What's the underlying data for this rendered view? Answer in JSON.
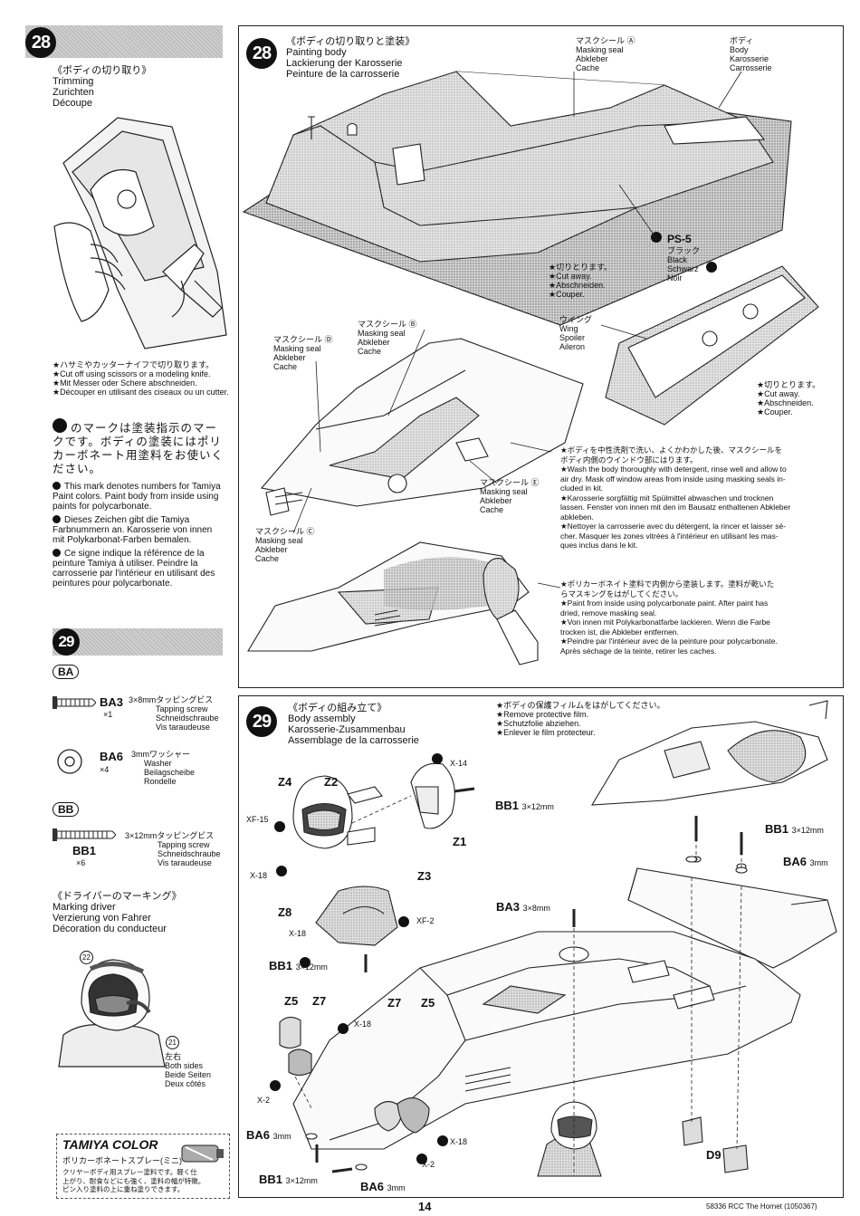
{
  "left": {
    "step28": {
      "num": "28",
      "title_ja": "《ボディの切り取り》",
      "titles": [
        "Trimming",
        "Zurichten",
        "Découpe"
      ],
      "notes": [
        "★ハサミやカッターナイフで切り取ります。",
        "★Cut off using scissors or a modeling knife.",
        "★Mit Messer oder Schere abschneiden.",
        "★Découper en utilisant des ciseaux ou un cutter."
      ],
      "paint_ja": "のマークは塗装指示のマークです。ボディの塗装にはポリカーボネート用塗料をお使いください。",
      "paint_en": "This mark denotes numbers for Tamiya Paint colors. Paint body from inside using paints for polycarbonate.",
      "paint_de": "Dieses Zeichen gibt die Tamiya Farbnummern an. Karosserie von innen mit Polykarbonat-Farben bemalen.",
      "paint_fr": "Ce signe indique la référence de la peinture Tamiya à utiliser. Peindre la carrosserie par l'intérieur en utilisant des peintures pour polycarbonate."
    },
    "step29": {
      "num": "29",
      "bag_ba": "BA",
      "bag_bb": "BB",
      "ba3": {
        "code": "BA3",
        "qty": "×1",
        "size": "3×8mmタッピングビス",
        "names": [
          "Tapping screw",
          "Schneidschraube",
          "Vis taraudeuse"
        ]
      },
      "ba6": {
        "code": "BA6",
        "qty": "×4",
        "size": "3mmワッシャー",
        "names": [
          "Washer",
          "Beilagscheibe",
          "Rondelle"
        ]
      },
      "bb1": {
        "code": "BB1",
        "qty": "×6",
        "size": "3×12mmタッピングビス",
        "names": [
          "Tapping screw",
          "Schneidschraube",
          "Vis taraudeuse"
        ]
      },
      "driver_ja": "《ドライバーのマーキング》",
      "driver_titles": [
        "Marking driver",
        "Verzierung von Fahrer",
        "Décoration du conducteur"
      ],
      "sticker_num_a": "22",
      "sticker_num_b": "21",
      "both_sides": [
        "左右",
        "Both sides",
        "Beide Seiten",
        "Deux côtés"
      ]
    },
    "tamiya_color": {
      "title": "TAMIYA COLOR",
      "subtitle": "ポリカーボネートスプレー(ミニ)",
      "text": [
        "クリヤーボディ用スプレー塗料です。軽く仕",
        "上がり、耐食などにも強く、塗料の幅が特徴。",
        "ピン入り塗料の上に重ね塗りできます。"
      ]
    }
  },
  "box28": {
    "num": "28",
    "title_ja": "《ボディの切り取りと塗装》",
    "titles": [
      "Painting body",
      "Lackierung der Karosserie",
      "Peinture de la carrosserie"
    ],
    "mask_a": [
      "マスクシール Ⓐ",
      "Masking seal",
      "Abkleber",
      "Cache"
    ],
    "body": [
      "ボディ",
      "Body",
      "Karosserie",
      "Carrosserie"
    ],
    "ps5": "PS-5",
    "ps5_names": [
      "ブラック",
      "Black",
      "Schwarz",
      "Noir"
    ],
    "cut_left": [
      "★切りとります。",
      "★Cut away.",
      "★Abschneiden.",
      "★Couper."
    ],
    "wing": [
      "ウイング",
      "Wing",
      "Spoiler",
      "Aileron"
    ],
    "cut_right": [
      "★切りとります。",
      "★Cut away.",
      "★Abschneiden.",
      "★Couper."
    ],
    "mask_d": [
      "マスクシール Ⓓ",
      "Masking seal",
      "Abkleber",
      "Cache"
    ],
    "mask_b": [
      "マスクシール Ⓑ",
      "Masking seal",
      "Abkleber",
      "Cache"
    ],
    "mask_e": [
      "マスクシール Ⓔ",
      "Masking seal",
      "Abkleber",
      "Cache"
    ],
    "mask_c": [
      "マスクシール Ⓒ",
      "Masking seal",
      "Abkleber",
      "Cache"
    ],
    "wash": [
      "★ボディを中性洗剤で洗い、よくかわかした後、マスクシールを",
      "ボディ内側のウインドウ部にはります。",
      "★Wash the body thoroughly with detergent, rinse well and allow to",
      "air dry. Mask off window areas from inside using masking seals in-",
      "cluded in kit.",
      "★Karosserie sorgfältig mit Spülmittel abwaschen und trocknen",
      "lassen. Fenster von innen mit den im Bausatz enthaltenen Abkleber",
      "abkleben.",
      "★Nettoyer la carrosserie avec du détergent, la rincer et laisser sé-",
      "cher. Masquer les zones vitrées à l'intérieur en utilisant les mas-",
      "ques inclus dans le kit."
    ],
    "paint": [
      "★ポリカーボネイト塗料で内側から塗装します。塗料が乾いた",
      "らマスキングをはがしてください。",
      "★Paint from inside using polycarbonate paint. After paint has",
      "dried, remove masking seal.",
      "★Von innen mit Polykarbonatfarbe lackieren. Wenn die Farbe",
      "trocken ist, die Abkleber entfernen.",
      "★Peindre par l'intérieur avec de la peinture pour polycarbonate.",
      "Après séchage de la teinte, retirer les caches."
    ]
  },
  "box29": {
    "num": "29",
    "title_ja": "《ボディの組み立て》",
    "titles": [
      "Body assembly",
      "Karosserie-Zusammenbau",
      "Assemblage de la carrosserie"
    ],
    "film": [
      "★ボディの保護フィルムをはがしてください。",
      "★Remove protective film.",
      "★Schutzfolie abziehen.",
      "★Enlever le film protecteur."
    ],
    "labels": {
      "x14": "X-14",
      "bb1a": "BB1",
      "bb1a_size": "3×12mm",
      "z4": "Z4",
      "z2": "Z2",
      "z1": "Z1",
      "z3": "Z3",
      "xf15": "XF-15",
      "x18a": "X-18",
      "x18b": "X-18",
      "xf2": "XF-2",
      "z8": "Z8",
      "bb1b": "BB1",
      "bb1b_size": "3×12mm",
      "bb1c": "BB1",
      "bb1c_size": "3×12mm",
      "ba6a": "BA6",
      "ba6a_size": "3mm",
      "ba3": "BA3",
      "ba3_size": "3×8mm",
      "z5a": "Z5",
      "z7a": "Z7",
      "z7b": "Z7",
      "z5b": "Z5",
      "x18c": "X-18",
      "x2a": "X-2",
      "ba6b": "BA6",
      "ba6b_size": "3mm",
      "bb1d": "BB1",
      "bb1d_size": "3×12mm",
      "ba6c": "BA6",
      "ba6c_size": "3mm",
      "x18d": "X-18",
      "x2b": "X-2",
      "d9": "D9"
    }
  },
  "footer": {
    "page": "14",
    "ref": "58336 RCC The Hornet (1050367)"
  }
}
